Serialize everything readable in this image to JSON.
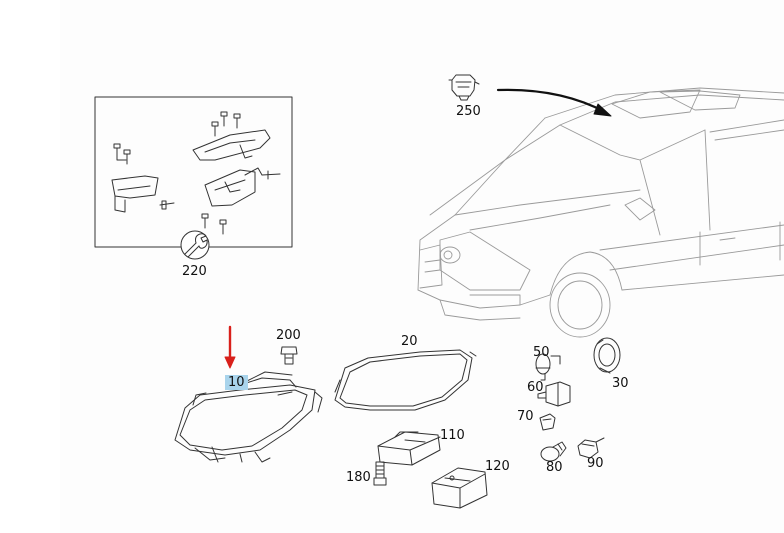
{
  "colors": {
    "line": "#333333",
    "car": "#9a9a9a",
    "arrow_red": "#d9201b",
    "highlight": "#a9d4ec"
  },
  "labels": {
    "p10": "10",
    "p20": "20",
    "p30": "30",
    "p50": "50",
    "p60": "60",
    "p70": "70",
    "p80": "80",
    "p90": "90",
    "p110": "110",
    "p120": "120",
    "p180": "180",
    "p200": "200",
    "p220": "220",
    "p250": "250"
  },
  "icons": [
    "wrench-icon",
    "red-arrow-icon",
    "leader-arrow-icon"
  ]
}
